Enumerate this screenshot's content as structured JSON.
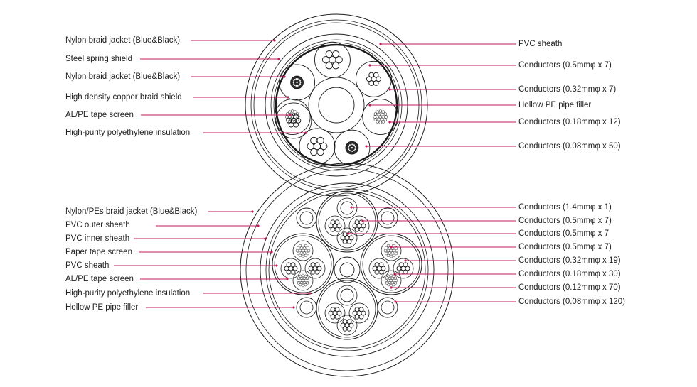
{
  "colors": {
    "leader": "#c2185b",
    "outline": "#1a1a1a"
  },
  "top_cable": {
    "left_labels": [
      "Nylon braid jacket (Blue&Black)",
      "Steel spring shield",
      "Nylon braid jacket (Blue&Black)",
      "High density copper braid shield",
      "AL/PE tape screen",
      "High-purity polyethylene insulation"
    ],
    "right_labels": [
      "PVC sheath",
      "Conductors (0.5mmφ x 7)",
      "Conductors (0.32mmφ x 7)",
      "Hollow PE pipe filler",
      "Conductors (0.18mmφ x 12)",
      "Conductors (0.08mmφ x 50)"
    ]
  },
  "bottom_cable": {
    "left_labels": [
      "Nylon/PEs braid jacket (Blue&Black)",
      "PVC outer sheath",
      "PVC inner sheath",
      "Paper tape screen",
      "PVC sheath",
      "AL/PE tape screen",
      "High-purity polyethylene insulation",
      "Hollow PE pipe filler"
    ],
    "right_labels": [
      "Conductors (1.4mmφ x 1)",
      "Conductors (0.5mmφ x 7)",
      "Conductors (0.5mmφ x 7",
      "Conductors (0.5mmφ x 7)",
      "Conductors (0.32mmφ x 19)",
      "Conductors (0.18mmφ x 30)",
      "Conductors (0.12mmφ x 70)",
      "Conductors (0.08mmφ x 120)"
    ]
  }
}
